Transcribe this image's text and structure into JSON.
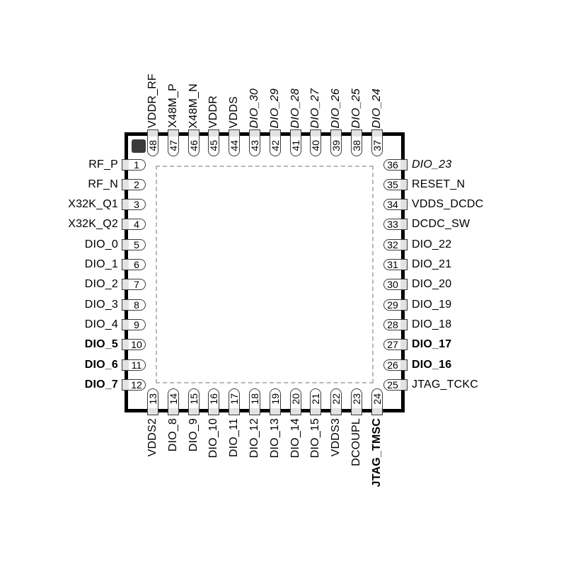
{
  "icons": {
    "pin1_marker": "filled-square"
  },
  "colors": {
    "background": "#ffffff",
    "package_border": "#000000",
    "pin_outline": "#3a3a3a",
    "pin_fill": "#ffffff",
    "pin_stub_fill": "#e2e2e2",
    "exposed_pad_dash": "#b8b8b8",
    "pin1_marker": "#3a3a3a",
    "text": "#000000"
  },
  "pins": {
    "left": [
      {
        "num": "1",
        "label": "RF_P",
        "style": "normal"
      },
      {
        "num": "2",
        "label": "RF_N",
        "style": "normal"
      },
      {
        "num": "3",
        "label": "X32K_Q1",
        "style": "normal"
      },
      {
        "num": "4",
        "label": "X32K_Q2",
        "style": "normal"
      },
      {
        "num": "5",
        "label": "DIO_0",
        "style": "normal"
      },
      {
        "num": "6",
        "label": "DIO_1",
        "style": "normal"
      },
      {
        "num": "7",
        "label": "DIO_2",
        "style": "normal"
      },
      {
        "num": "8",
        "label": "DIO_3",
        "style": "normal"
      },
      {
        "num": "9",
        "label": "DIO_4",
        "style": "normal"
      },
      {
        "num": "10",
        "label": "DIO_5",
        "style": "bold"
      },
      {
        "num": "11",
        "label": "DIO_6",
        "style": "bold"
      },
      {
        "num": "12",
        "label": "DIO_7",
        "style": "bold"
      }
    ],
    "bottom": [
      {
        "num": "13",
        "label": "VDDS2",
        "style": "normal"
      },
      {
        "num": "14",
        "label": "DIO_8",
        "style": "normal"
      },
      {
        "num": "15",
        "label": "DIO_9",
        "style": "normal"
      },
      {
        "num": "16",
        "label": "DIO_10",
        "style": "normal"
      },
      {
        "num": "17",
        "label": "DIO_11",
        "style": "normal"
      },
      {
        "num": "18",
        "label": "DIO_12",
        "style": "normal"
      },
      {
        "num": "19",
        "label": "DIO_13",
        "style": "normal"
      },
      {
        "num": "20",
        "label": "DIO_14",
        "style": "normal"
      },
      {
        "num": "21",
        "label": "DIO_15",
        "style": "normal"
      },
      {
        "num": "22",
        "label": "VDDS3",
        "style": "normal"
      },
      {
        "num": "23",
        "label": "DCOUPL",
        "style": "normal"
      },
      {
        "num": "24",
        "label": "JTAG_TMSC",
        "style": "bold"
      }
    ],
    "right": [
      {
        "num": "25",
        "label": "JTAG_TCKC",
        "style": "normal"
      },
      {
        "num": "26",
        "label": "DIO_16",
        "style": "bold"
      },
      {
        "num": "27",
        "label": "DIO_17",
        "style": "bold"
      },
      {
        "num": "28",
        "label": "DIO_18",
        "style": "normal"
      },
      {
        "num": "29",
        "label": "DIO_19",
        "style": "normal"
      },
      {
        "num": "30",
        "label": "DIO_20",
        "style": "normal"
      },
      {
        "num": "31",
        "label": "DIO_21",
        "style": "normal"
      },
      {
        "num": "32",
        "label": "DIO_22",
        "style": "normal"
      },
      {
        "num": "33",
        "label": "DCDC_SW",
        "style": "normal"
      },
      {
        "num": "34",
        "label": "VDDS_DCDC",
        "style": "normal"
      },
      {
        "num": "35",
        "label": "RESET_N",
        "style": "normal"
      },
      {
        "num": "36",
        "label": "DIO_23",
        "style": "italic"
      }
    ],
    "top": [
      {
        "num": "37",
        "label": "DIO_24",
        "style": "italic"
      },
      {
        "num": "38",
        "label": "DIO_25",
        "style": "italic"
      },
      {
        "num": "39",
        "label": "DIO_26",
        "style": "italic"
      },
      {
        "num": "40",
        "label": "DIO_27",
        "style": "italic"
      },
      {
        "num": "41",
        "label": "DIO_28",
        "style": "italic"
      },
      {
        "num": "42",
        "label": "DIO_29",
        "style": "italic"
      },
      {
        "num": "43",
        "label": "DIO_30",
        "style": "italic"
      },
      {
        "num": "44",
        "label": "VDDS",
        "style": "normal"
      },
      {
        "num": "45",
        "label": "VDDR",
        "style": "normal"
      },
      {
        "num": "46",
        "label": "X48M_N",
        "style": "normal"
      },
      {
        "num": "47",
        "label": "X48M_P",
        "style": "normal"
      },
      {
        "num": "48",
        "label": "VDDR_RF",
        "style": "normal"
      }
    ]
  }
}
